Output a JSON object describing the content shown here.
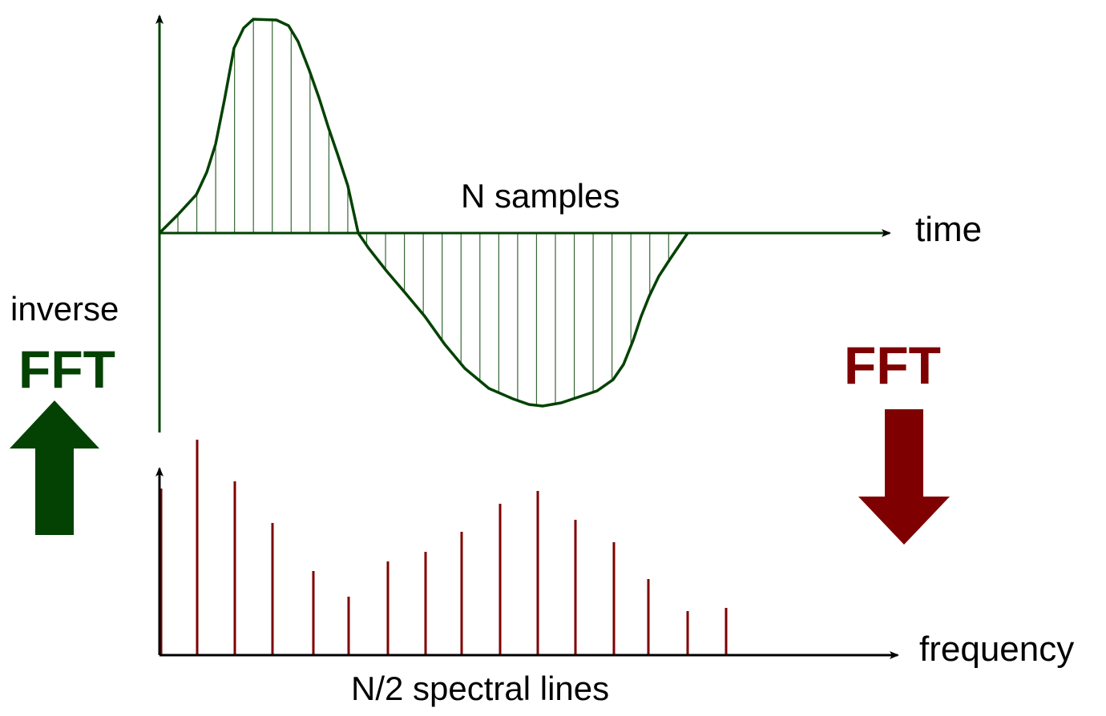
{
  "labels": {
    "n_samples": "N samples",
    "time": "time",
    "inverse": "inverse",
    "inverse_fft": "FFT",
    "fft": "FFT",
    "frequency": "frequency",
    "spectral_lines": "N/2 spectral lines"
  },
  "colors": {
    "time_domain": "#034203",
    "frequency_domain": "#7f0000",
    "axis": "#000000"
  },
  "chart_data": {
    "type": "diagram",
    "spectral_amplitudes": [
      208,
      269,
      217,
      165,
      105,
      73,
      117,
      129,
      154,
      189,
      205,
      169,
      141,
      95,
      55,
      59
    ]
  }
}
